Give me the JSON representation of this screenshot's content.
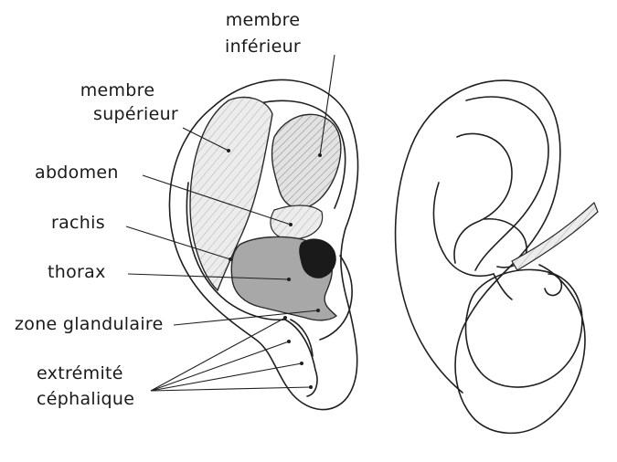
{
  "labels": {
    "membre_inferieur": {
      "line1": "membre",
      "line2": "inférieur"
    },
    "membre_superieur": {
      "line1": "membre",
      "line2": "supérieur"
    },
    "abdomen": "abdomen",
    "rachis": "rachis",
    "thorax": "thorax",
    "zone_glandulaire": "zone glandulaire",
    "extremite_cephalique": {
      "line1": "extrémité",
      "line2": "céphalique"
    }
  },
  "colors": {
    "ink": "#1f1f1f",
    "shade_light": "#d9d9d9",
    "shade_dark": "#9a9a9a",
    "black_fill": "#1a1a1a"
  }
}
